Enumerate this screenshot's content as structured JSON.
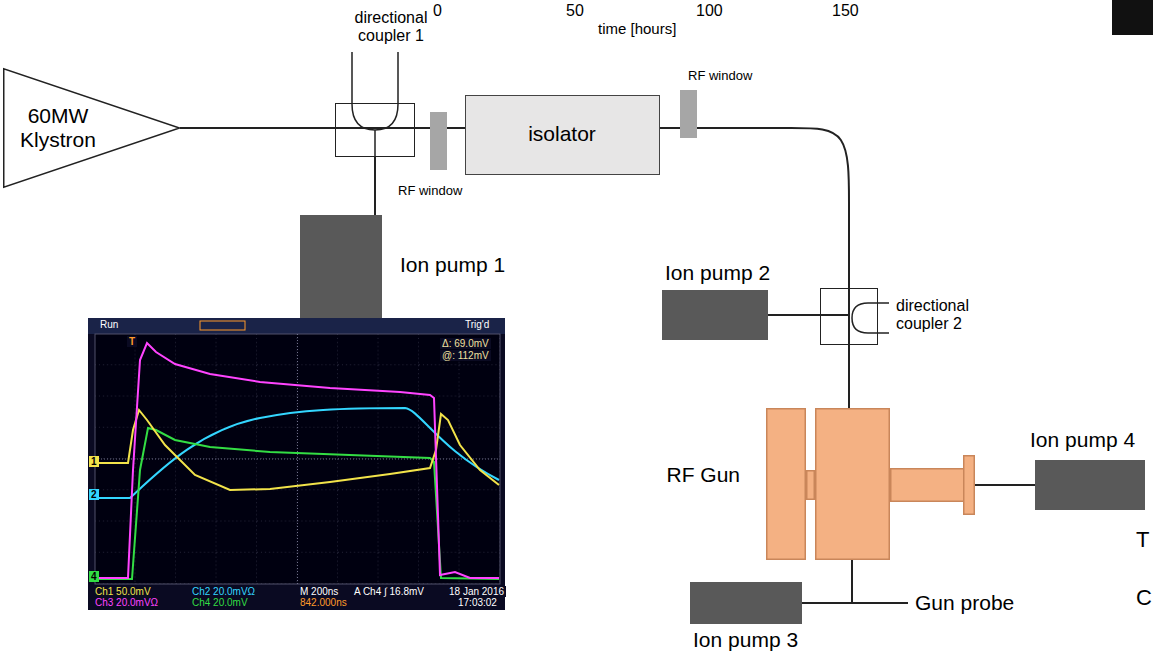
{
  "diagram": {
    "nodes": [
      {
        "text": [
          "60MW Klystron"
        ]
      },
      {
        "text": [
          "directional coupler 1"
        ]
      },
      {
        "text": [
          "RF window"
        ]
      },
      {
        "text": [
          "isolator"
        ]
      },
      {
        "text": [
          "RF window"
        ]
      },
      {
        "text": [
          "Ion pump 1"
        ]
      },
      {
        "text": [
          "Ion pump 2"
        ]
      },
      {
        "text": [
          "directional coupler 2"
        ]
      },
      {
        "text": [
          "RF Gun"
        ]
      },
      {
        "text": [
          "Ion pump 4"
        ]
      },
      {
        "text": [
          "Ion pump 3"
        ]
      }
    ],
    "edges": [
      {
        "from": 0,
        "to": 1,
        "arrow": "none"
      },
      {
        "from": 1,
        "to": 2,
        "arrow": "none"
      },
      {
        "from": 2,
        "to": 3,
        "arrow": "none"
      },
      {
        "from": 3,
        "to": 4,
        "arrow": "none"
      },
      {
        "from": 4,
        "to": 7,
        "arrow": "none"
      },
      {
        "from": 1,
        "to": 5,
        "arrow": "none"
      },
      {
        "from": 6,
        "to": 7,
        "arrow": "none"
      },
      {
        "from": 7,
        "to": 8,
        "arrow": "none"
      },
      {
        "from": 8,
        "to": 9,
        "arrow": "none"
      },
      {
        "from": 8,
        "to": 10,
        "arrow": "none"
      }
    ],
    "labels": [
      "0",
      "50",
      "100",
      "150",
      "time [hours]",
      "Run",
      "Trig'd",
      "T",
      "Δ: 69.0mV",
      "@: 112mV",
      "2",
      "1",
      "4",
      "Ch1 50.0mV",
      "Ch2 20.0mVΩ",
      "M 200ns",
      "A Ch4 ∫ 16.8mV",
      "18 Jan 2016",
      "Ch3 20.0mVΩ",
      "Ch4 20.0mV",
      "842.000ns",
      "17:03:02",
      "Gun probe",
      "T",
      "C"
    ]
  }
}
